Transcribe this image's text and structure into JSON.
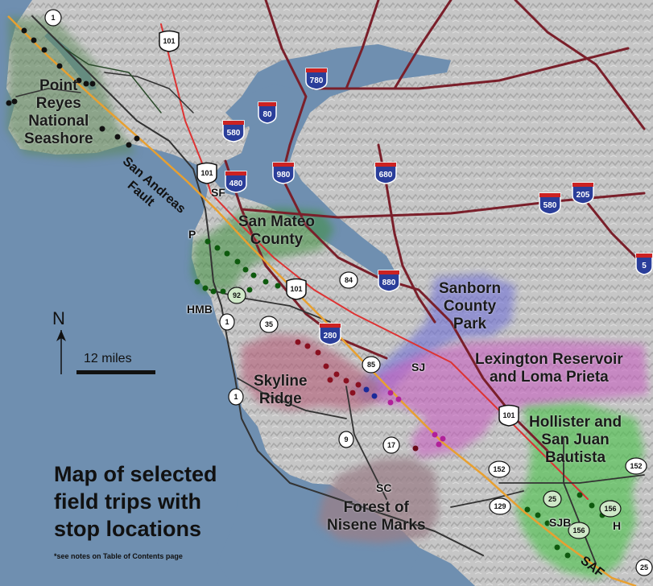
{
  "title_lines": [
    "Map of selected",
    "field trips with",
    "stop locations"
  ],
  "note": "*see notes on Table of Contents page",
  "north_label": "N",
  "scale_label": "12 miles",
  "fault": {
    "line1": "San Andreas",
    "line2": "Fault",
    "abbr": "SAF"
  },
  "regions": {
    "point_reyes": [
      "Point",
      "Reyes",
      "National",
      "Seashore"
    ],
    "san_mateo": [
      "San Mateo",
      "County"
    ],
    "sanborn": [
      "Sanborn",
      "County",
      "Park"
    ],
    "lexington": [
      "Lexington Reservoir",
      "and Loma Prieta"
    ],
    "skyline": [
      "Skyline",
      "Ridge"
    ],
    "hollister": [
      "Hollister and",
      "San Juan",
      "Bautista"
    ],
    "nisene": [
      "Forest of",
      "Nisene Marks"
    ]
  },
  "cities": {
    "sf": "SF",
    "p": "P",
    "hmb": "HMB",
    "sj": "SJ",
    "sc": "SC",
    "sjb": "SJB",
    "h": "H"
  },
  "shields": {
    "interstate": [
      "780",
      "80",
      "580",
      "480",
      "980",
      "680",
      "580",
      "205",
      "880",
      "280",
      "5"
    ],
    "us": [
      "101",
      "101",
      "101",
      "101"
    ],
    "state": [
      "1",
      "1",
      "1",
      "35",
      "84",
      "85",
      "9",
      "17",
      "152",
      "152",
      "129",
      "25",
      "156",
      "156",
      "92",
      "25"
    ]
  },
  "colors": {
    "water": "#6f8fb0",
    "land": "#c9c9c9",
    "fault": "#e8a030",
    "point_reyes": "#5d8a5a",
    "san_mateo": "#3c8f3c",
    "sanborn": "#6f6fd6",
    "lexington": "#c75ec0",
    "skyline": "#b5607a",
    "hollister": "#4fc24f",
    "nisene": "#9a7f88"
  }
}
